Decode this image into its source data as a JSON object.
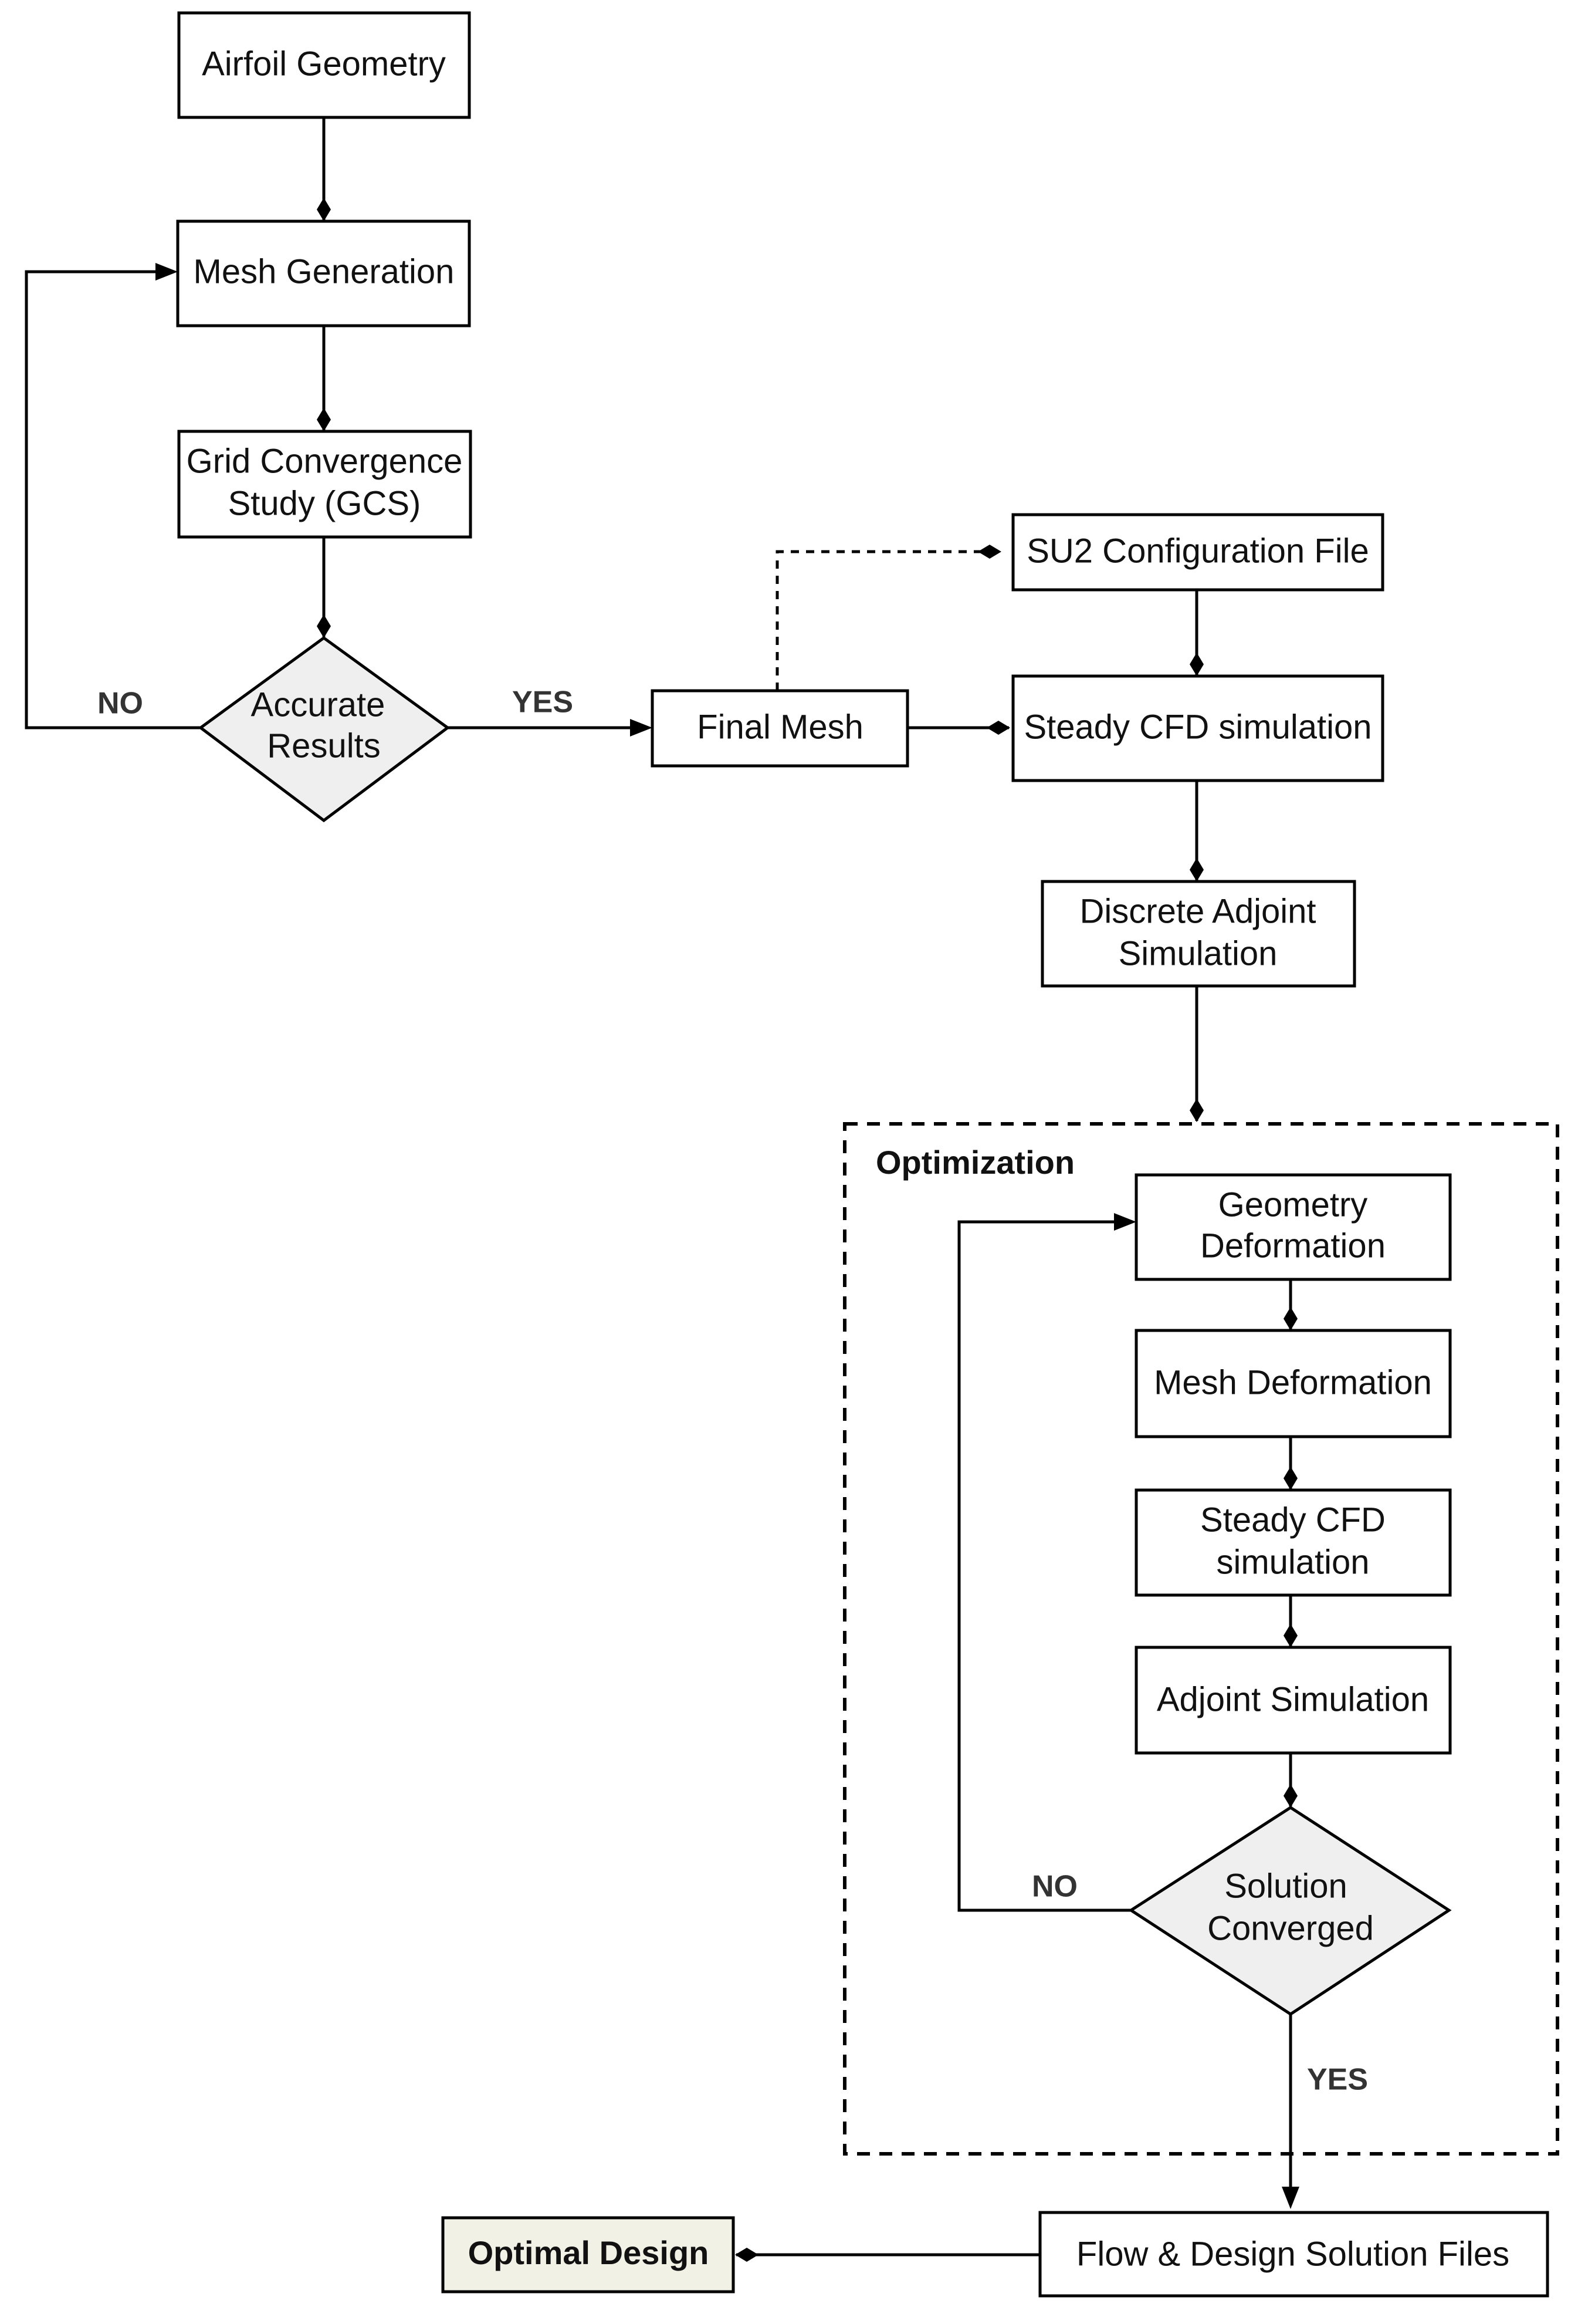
{
  "nodes": {
    "airfoil_geometry": "Airfoil Geometry",
    "mesh_generation": "Mesh Generation",
    "gcs": [
      "Grid Convergence",
      "Study (GCS)"
    ],
    "accurate_results": [
      "Accurate",
      "Results"
    ],
    "final_mesh": "Final Mesh",
    "su2_config": "SU2 Configuration File",
    "steady_cfd": "Steady CFD simulation",
    "discrete_adjoint": [
      "Discrete Adjoint",
      "Simulation"
    ],
    "geometry_deformation": [
      "Geometry",
      "Deformation"
    ],
    "mesh_deformation": "Mesh Deformation",
    "steady_cfd_inner": [
      "Steady CFD",
      "simulation"
    ],
    "adjoint_simulation": "Adjoint Simulation",
    "solution_converged": [
      "Solution",
      "Converged"
    ],
    "flow_design_files": "Flow & Design Solution Files",
    "optimal_design": "Optimal Design"
  },
  "group_label": "Optimization",
  "edge_labels": {
    "accurate_no": "NO",
    "accurate_yes": "YES",
    "converged_no": "NO",
    "converged_yes": "YES"
  }
}
